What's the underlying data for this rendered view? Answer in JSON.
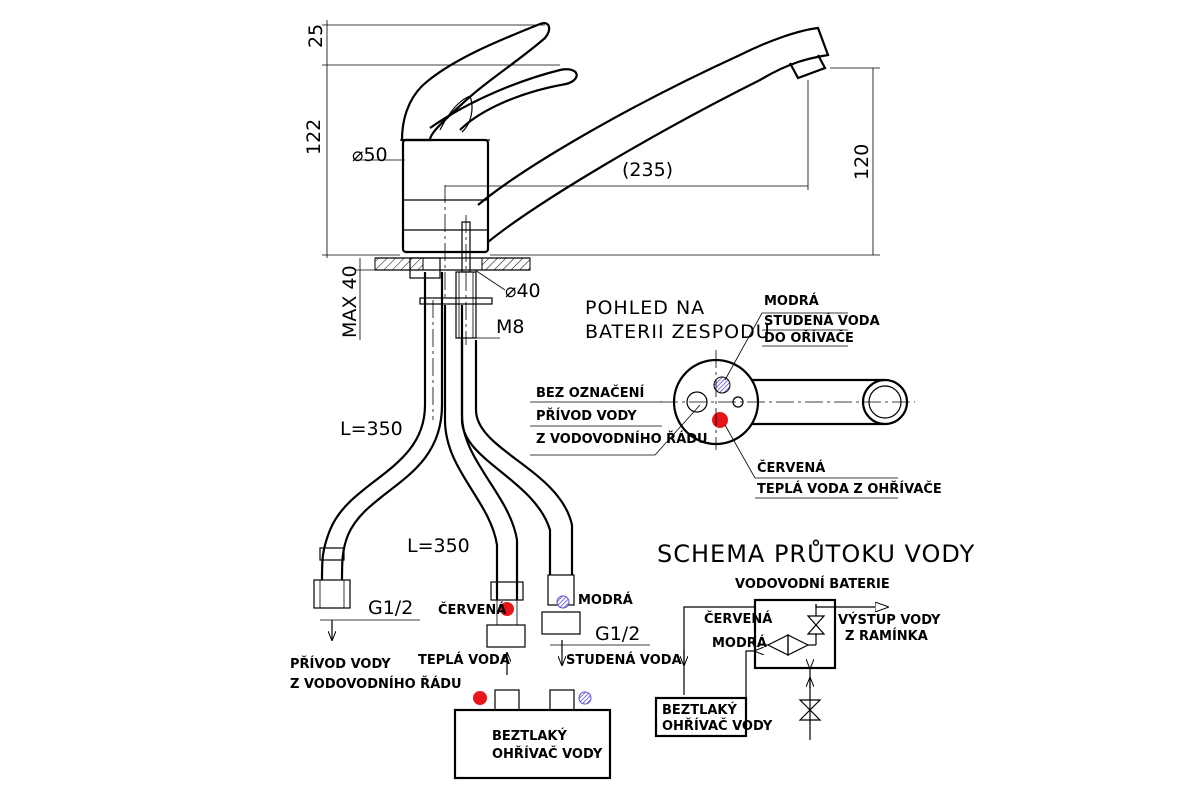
{
  "dimensions": {
    "handle_height": "25",
    "body_height": "122",
    "diameter_body": "⌀50",
    "spout_reach": "(235)",
    "spout_height": "120",
    "max_thickness": "MAX 40",
    "diameter_hole": "⌀40",
    "thread_rod": "M8",
    "hose_length_left": "L=350",
    "hose_length_right": "L=350",
    "thread_left": "G1/2",
    "thread_right": "G1/2"
  },
  "labels": {
    "supply_left": [
      "PŘÍVOD VODY",
      "Z VODOVODNÍHO ŘÁDU"
    ],
    "red_hose": "ČERVENÁ",
    "blue_hose": "MODRÁ",
    "warm_water": "TEPLÁ VODA",
    "cold_water": "STUDENÁ VODA",
    "heater": [
      "BEZTLAKÝ",
      "OHŘÍVAČ VODY"
    ]
  },
  "bottom_view": {
    "title": [
      "POHLED NA",
      "BATERII ZESPODU"
    ],
    "blue_callout": [
      "MODRÁ",
      "STUDENÁ VODA",
      "DO OŘÍVAČE"
    ],
    "unmarked_callout": [
      "BEZ OZNAČENÍ",
      "PŘÍVOD VODY",
      "Z VODOVODNÍHO ŘÁDU"
    ],
    "red_callout": [
      "ČERVENÁ",
      "TEPLÁ VODA Z OHŘÍVAČE"
    ]
  },
  "flow_schema": {
    "title": "SCHEMA PRŮTOKU VODY",
    "mixer": "VODOVODNÍ BATERIE",
    "red": "ČERVENÁ",
    "blue": "MODRÁ",
    "outlet": [
      "VÝSTUP VODY",
      "Z RAMÍNKA"
    ],
    "heater": [
      "BEZTLAKÝ",
      "OHŘÍVAČ VODY"
    ]
  },
  "colors": {
    "red_marker": "#e8161b",
    "blue_marker": "#5a4fcf",
    "line": "#000000"
  }
}
